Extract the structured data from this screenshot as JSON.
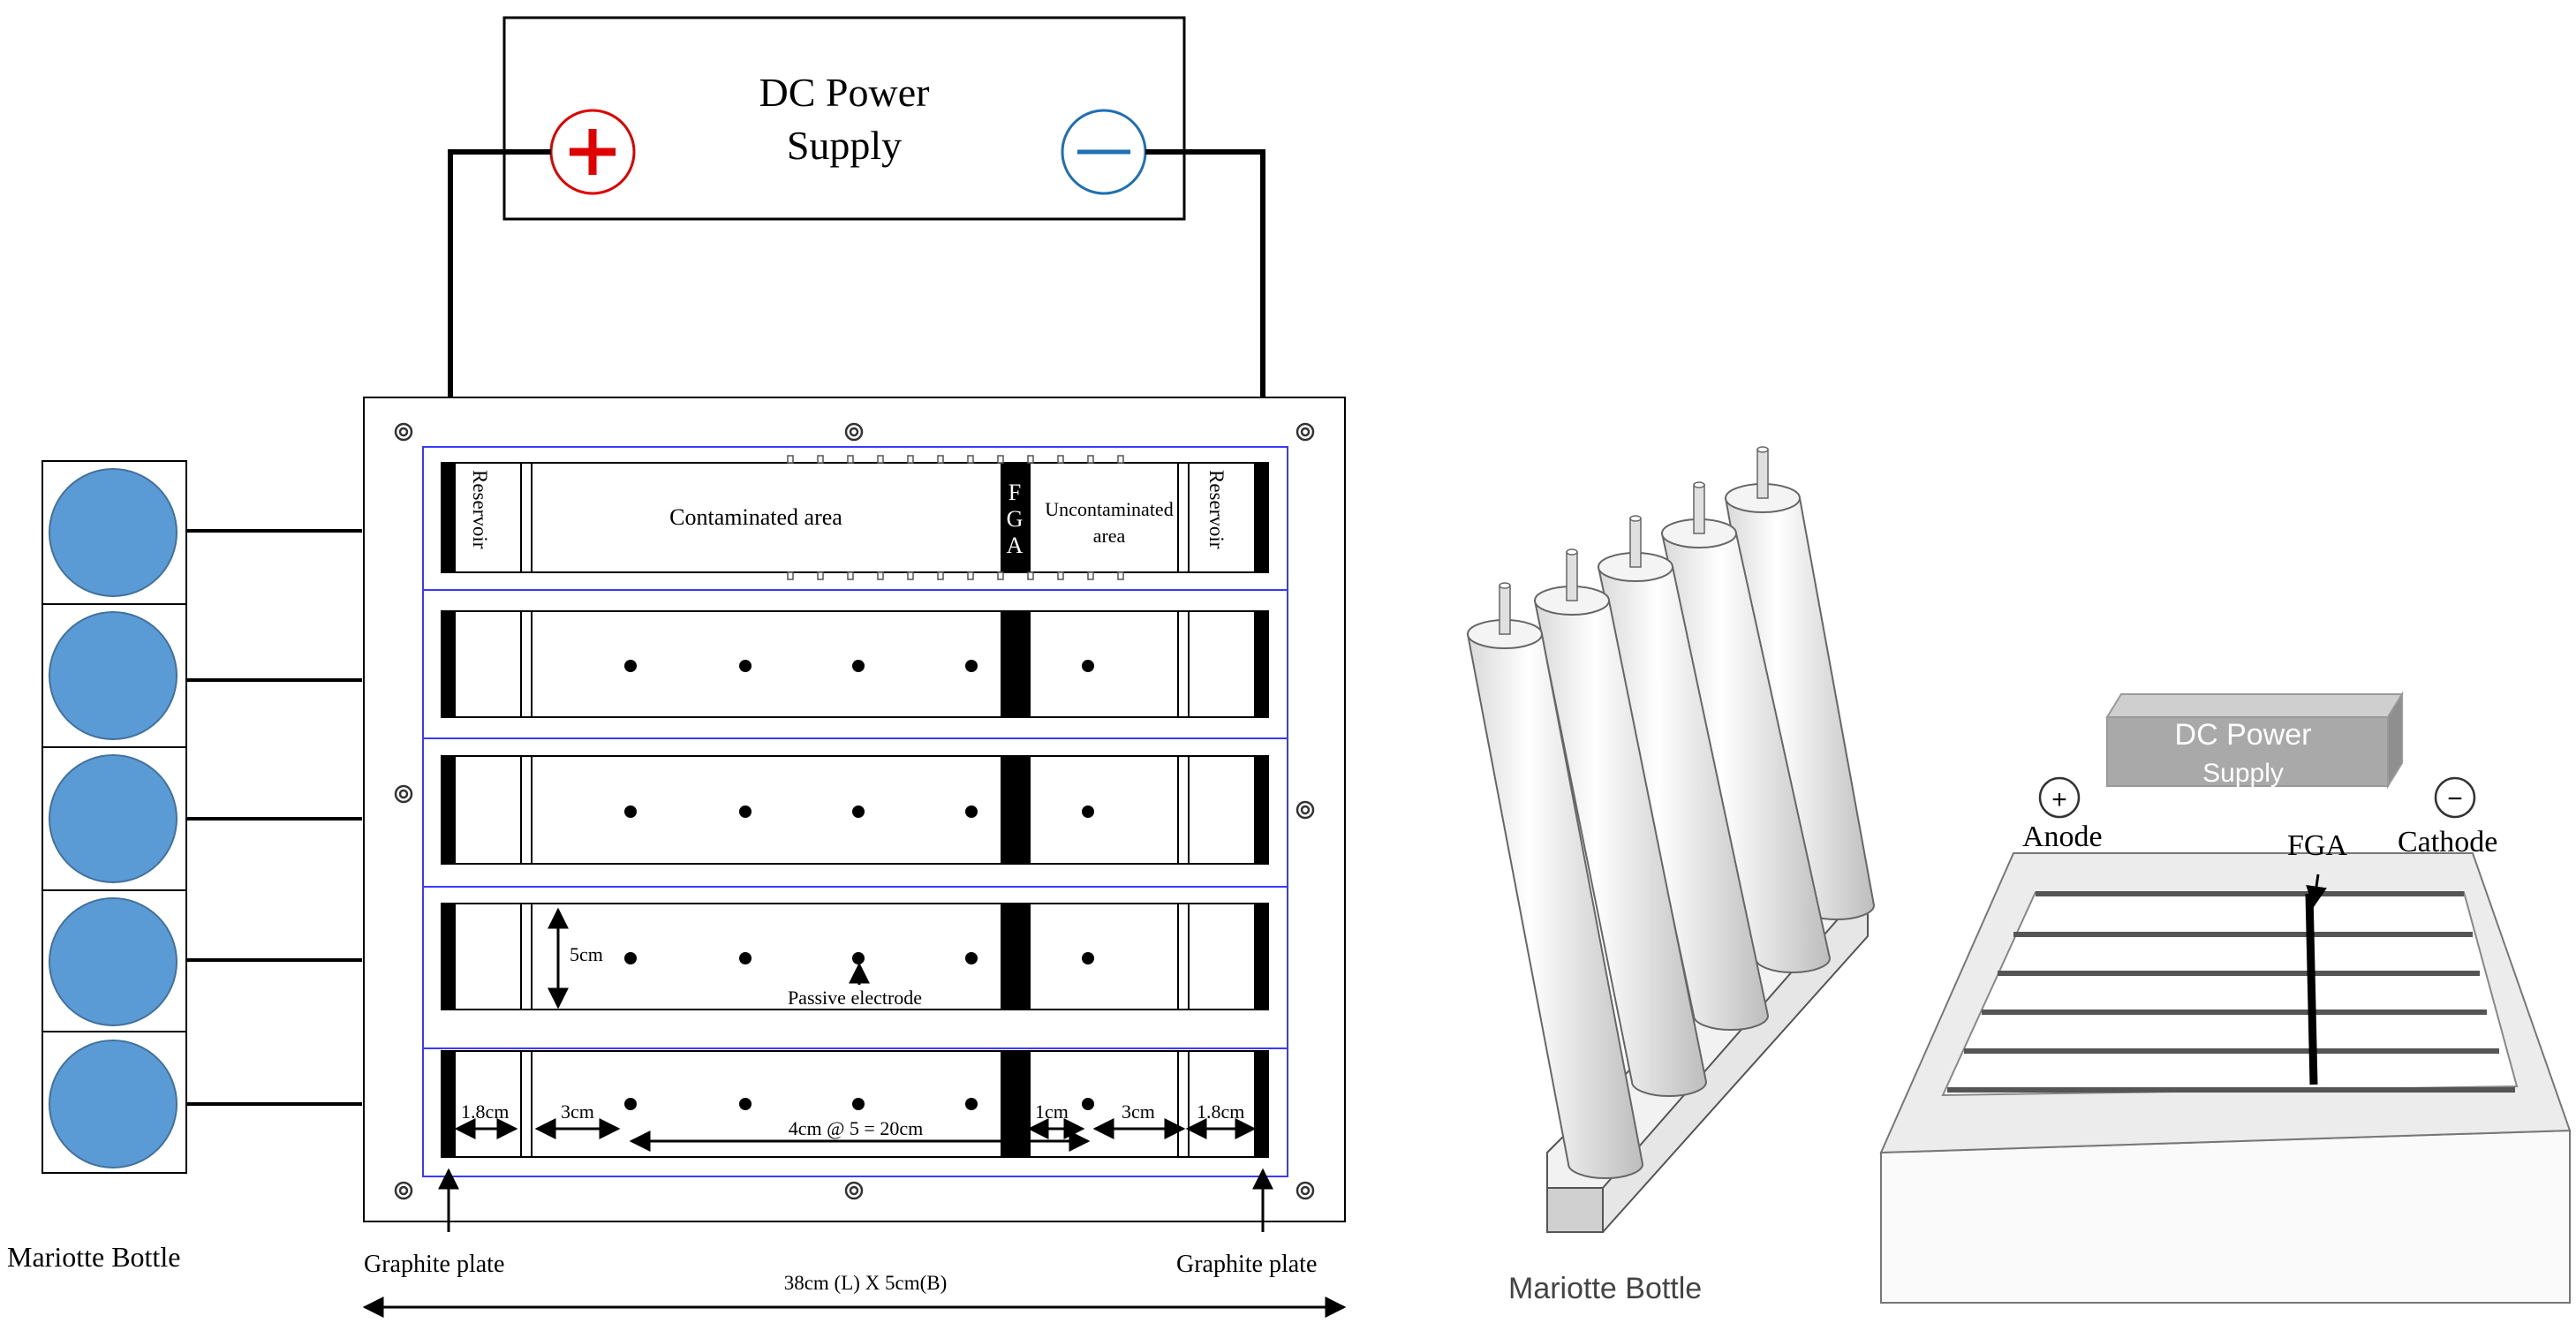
{
  "power_supply": {
    "line1": "DC Power",
    "line2": "Supply",
    "plus_symbol": "+",
    "minus_symbol": "−"
  },
  "top_row": {
    "reservoir_left": "Reservoir",
    "reservoir_right": "Reservoir",
    "contaminated": "Contaminated area",
    "fga_letters": [
      "F",
      "G",
      "A"
    ],
    "uncontaminated_line1": "Uncontaminated",
    "uncontaminated_line2": "area"
  },
  "dimensions": {
    "height": "5cm",
    "passive_electrode": "Passive electrode",
    "left_res": "1.8cm",
    "left_gap": "3cm",
    "spacing": "4cm @ 5 = 20cm",
    "fga_gap": "1cm",
    "right_gap": "3cm",
    "right_res": "1.8cm",
    "overall": "38cm (L) X 5cm(B)"
  },
  "labels": {
    "graphite_left": "Graphite plate",
    "graphite_right": "Graphite plate",
    "mariotte_left": "Mariotte  Bottle",
    "mariotte_3d": "Mariotte  Bottle"
  },
  "iso_box": {
    "line1": "DC Power",
    "line2": "Supply"
  },
  "iso_labels": {
    "plus": "+",
    "minus": "−",
    "anode": "Anode",
    "fga": "FGA",
    "cathode": "Cathode"
  },
  "colors": {
    "bottle": "#5b9bd5",
    "bottle_stroke": "#41719c",
    "plus": "#e00000",
    "minus": "#1f6fb5",
    "panel_line": "#3a3aff"
  }
}
